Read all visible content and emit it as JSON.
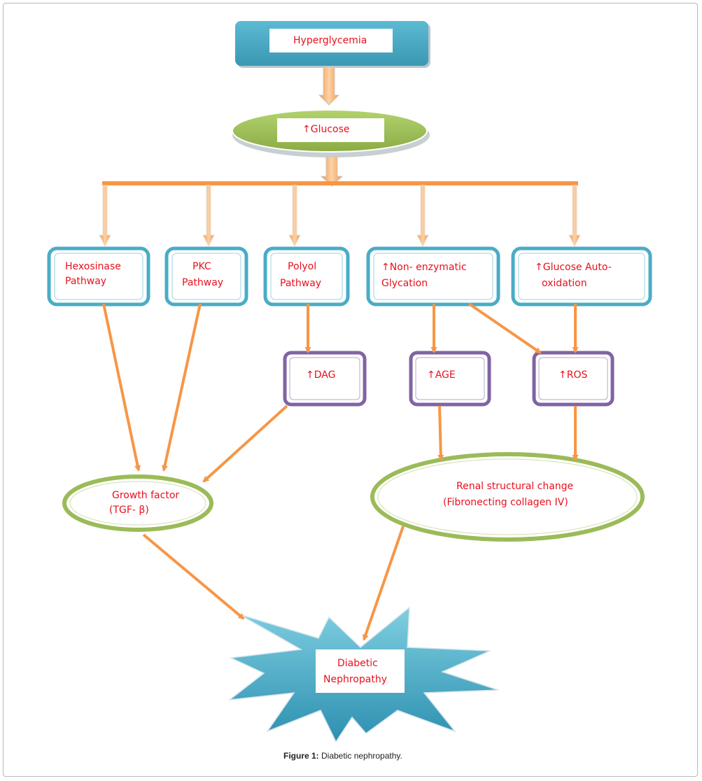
{
  "nodes": {
    "hyperglycemia": "Hyperglycemia",
    "glucose": "↑Glucose",
    "hexosinase": [
      "Hexosinase",
      "Pathway"
    ],
    "pkc": [
      "PKC",
      "Pathway"
    ],
    "polyol": [
      "Polyol",
      "Pathway"
    ],
    "nonenzymatic": [
      "↑Non- enzymatic",
      "Glycation"
    ],
    "autoxidation": [
      "↑Glucose Auto-",
      "oxidation"
    ],
    "dag": "↑DAG",
    "age": "↑AGE",
    "ros": "↑ROS",
    "growth_factor": [
      "Growth factor",
      "(TGF- β)"
    ],
    "renal": [
      "Renal structural  change",
      "(Fibronecting collagen IV)"
    ],
    "nephropathy": [
      "Diabetic",
      "Nephropathy"
    ]
  },
  "caption": {
    "label": "Figure 1:",
    "text": " Diabetic nephropathy."
  },
  "colors": {
    "blue": "#4aacc6",
    "green": "#9bbb59",
    "purple": "#8064a2",
    "arrow": "#f79646",
    "label_red": "#e8101e"
  }
}
